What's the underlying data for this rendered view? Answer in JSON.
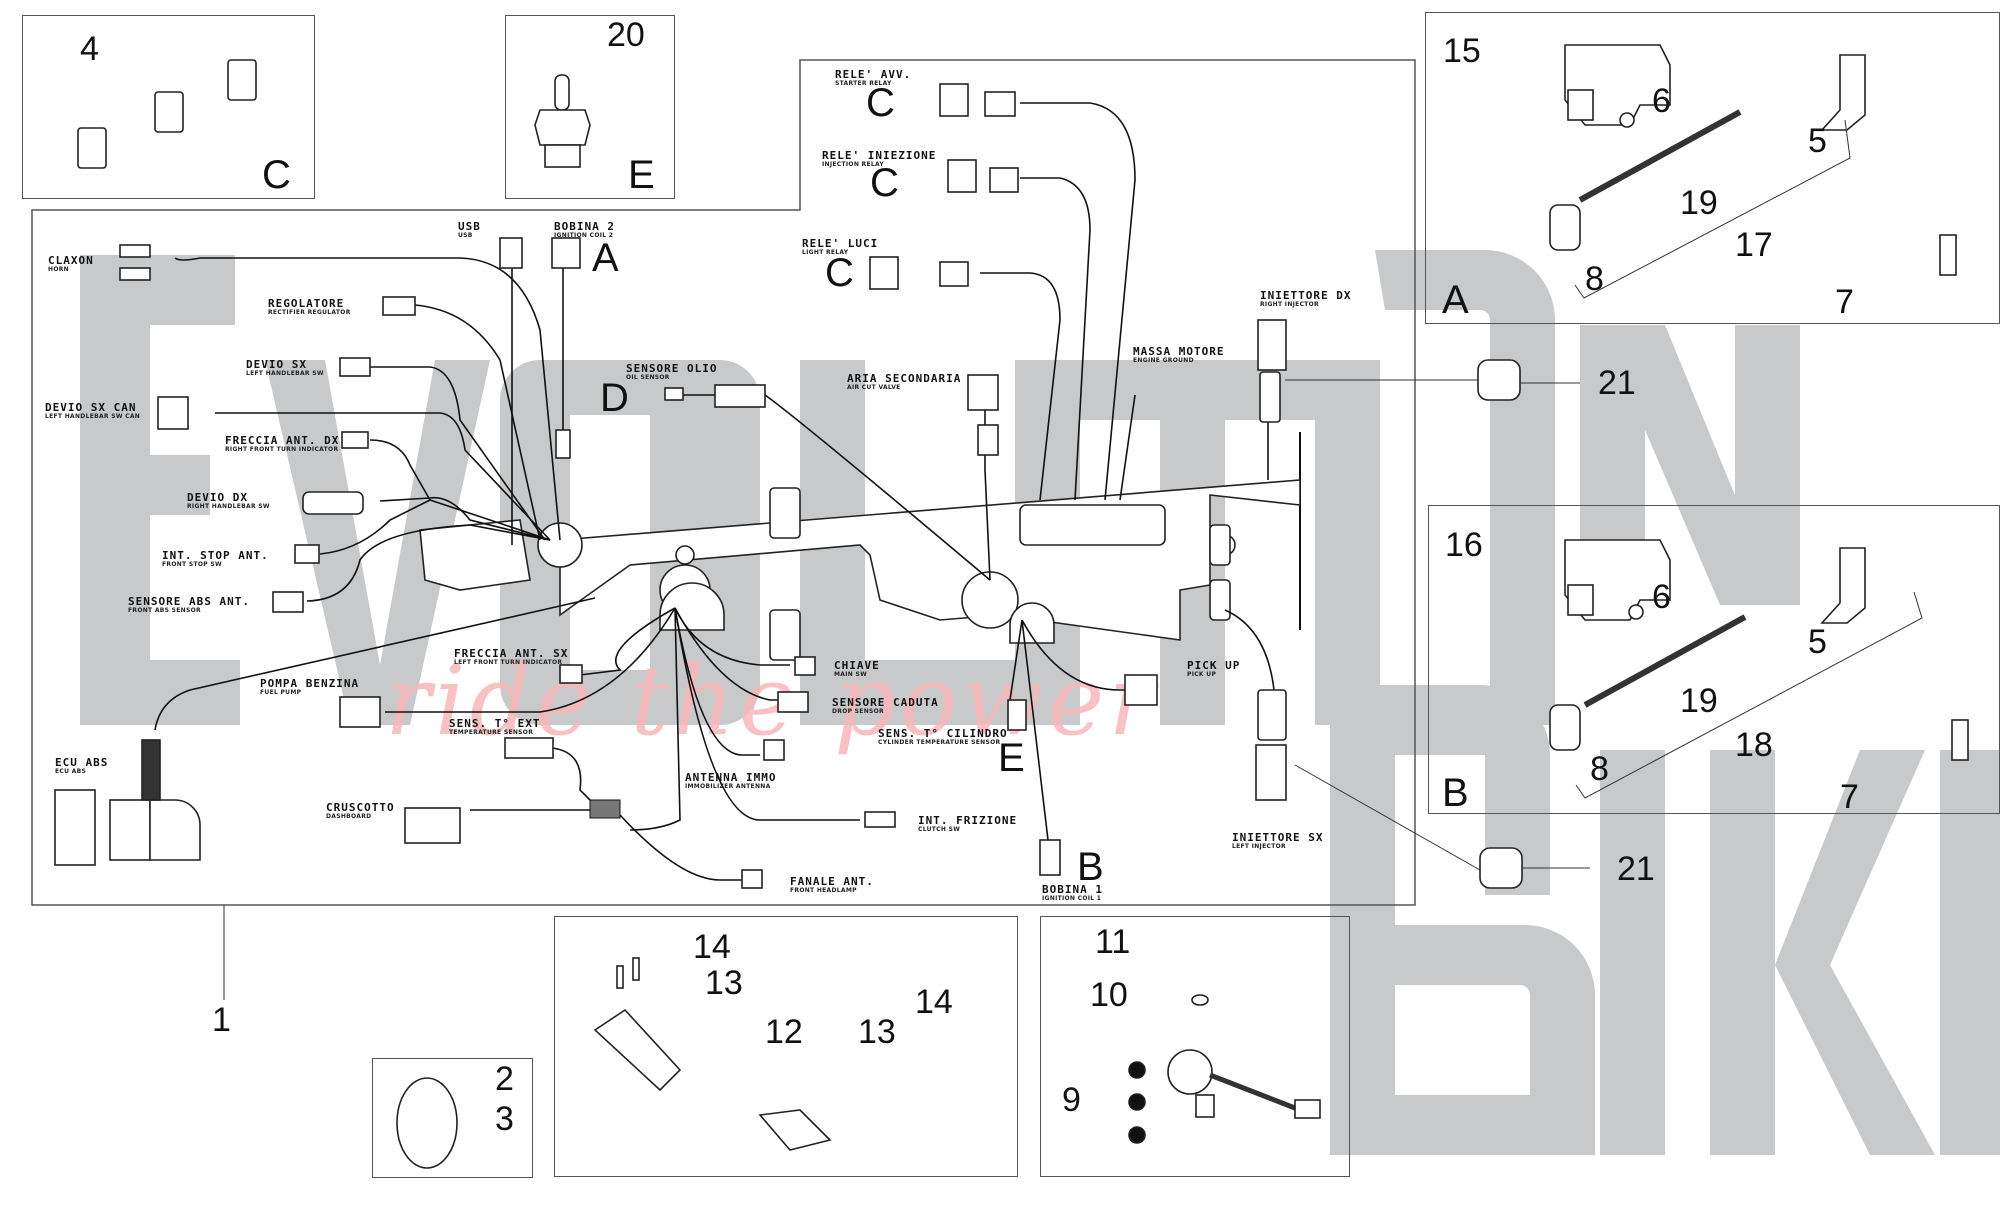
{
  "watermark": {
    "brand_row1": "EVOLUTION",
    "brand_row2": "BIKE",
    "tagline": "ride the power",
    "color_gray": "#c8c9ca",
    "color_pink": "#f7b8bb"
  },
  "detail_boxes": {
    "relays_box": {
      "number": "4",
      "letter": "C"
    },
    "sensor_box": {
      "number": "20",
      "letter": "E"
    },
    "clamp_box": {
      "numbers": [
        "2",
        "3"
      ]
    },
    "bracket_box": {
      "callouts": [
        "14",
        "13",
        "12",
        "13",
        "14"
      ]
    },
    "tilt_box": {
      "callouts": [
        "11",
        "10",
        "9"
      ]
    },
    "coil_a_box": {
      "letter": "A",
      "callouts": [
        "15",
        "6",
        "5",
        "19",
        "17",
        "8",
        "7"
      ]
    },
    "coil_b_box": {
      "letter": "B",
      "callouts": [
        "16",
        "6",
        "5",
        "19",
        "18",
        "8",
        "7"
      ]
    },
    "cap_callouts": [
      "21",
      "21"
    ],
    "harness_callout": "1"
  },
  "harness": {
    "connectors": [
      {
        "id": "claxon",
        "label": "CLAXON",
        "sub": "HORN"
      },
      {
        "id": "regolatore",
        "label": "REGOLATORE",
        "sub": "RECTIFIER REGULATOR"
      },
      {
        "id": "devio-sx",
        "label": "DEVIO SX",
        "sub": "LEFT HANDLEBAR SW"
      },
      {
        "id": "devio-sx-can",
        "label": "DEVIO SX CAN",
        "sub": "LEFT HANDLEBAR SW CAN"
      },
      {
        "id": "freccia-ant-dx",
        "label": "FRECCIA ANT. DX",
        "sub": "RIGHT FRONT TURN INDICATOR"
      },
      {
        "id": "devio-dx",
        "label": "DEVIO DX",
        "sub": "RIGHT HANDLEBAR SW"
      },
      {
        "id": "int-stop-ant",
        "label": "INT. STOP ANT.",
        "sub": "FRONT STOP SW"
      },
      {
        "id": "sensore-abs-ant",
        "label": "SENSORE ABS ANT.",
        "sub": "FRONT ABS SENSOR"
      },
      {
        "id": "pompa-benzina",
        "label": "POMPA BENZINA",
        "sub": "FUEL PUMP"
      },
      {
        "id": "ecu-abs",
        "label": "ECU ABS",
        "sub": "ECU ABS"
      },
      {
        "id": "freccia-ant-sx",
        "label": "FRECCIA ANT. SX",
        "sub": "LEFT FRONT TURN INDICATOR"
      },
      {
        "id": "sens-t-ext",
        "label": "SENS. T° EXT",
        "sub": "TEMPERATURE SENSOR"
      },
      {
        "id": "cruscotto",
        "label": "CRUSCOTTO",
        "sub": "DASHBOARD"
      },
      {
        "id": "fanale-ant",
        "label": "FANALE ANT.",
        "sub": "FRONT HEADLAMP"
      },
      {
        "id": "chiave",
        "label": "CHIAVE",
        "sub": "MAIN SW"
      },
      {
        "id": "sensore-caduta",
        "label": "SENSORE CADUTA",
        "sub": "DROP SENSOR"
      },
      {
        "id": "antenna-immo",
        "label": "ANTENNA IMMO",
        "sub": "IMMOBILIZER ANTENNA"
      },
      {
        "id": "int-frizione",
        "label": "INT. FRIZIONE",
        "sub": "CLUTCH SW"
      },
      {
        "id": "sens-t-cilindro",
        "label": "SENS. T° CILINDRO",
        "sub": "CYLINDER TEMPERATURE SENSOR"
      },
      {
        "id": "bobina-1",
        "label": "BOBINA 1",
        "sub": "IGNITION COIL 1"
      },
      {
        "id": "usb",
        "label": "USB",
        "sub": "USB"
      },
      {
        "id": "bobina-2",
        "label": "BOBINA 2",
        "sub": "IGNITION COIL 2"
      },
      {
        "id": "sensore-olio",
        "label": "SENSORE OLIO",
        "sub": "OIL SENSOR"
      },
      {
        "id": "aria-secondaria",
        "label": "ARIA SECONDARIA",
        "sub": "AIR CUT VALVE"
      },
      {
        "id": "massa-motore",
        "label": "MASSA MOTORE",
        "sub": "ENGINE GROUND"
      },
      {
        "id": "iniettore-dx",
        "label": "INIETTORE DX",
        "sub": "RIGHT INJECTOR"
      },
      {
        "id": "iniettore-sx",
        "label": "INIETTORE SX",
        "sub": "LEFT INJECTOR"
      },
      {
        "id": "pick-up",
        "label": "PICK UP",
        "sub": "PICK UP"
      },
      {
        "id": "rele-avv",
        "label": "RELE' AVV.",
        "sub": "STARTER RELAY"
      },
      {
        "id": "rele-iniezione",
        "label": "RELE' INIEZIONE",
        "sub": "INJECTION RELAY"
      },
      {
        "id": "rele-luci",
        "label": "RELE' LUCI",
        "sub": "LIGHT RELAY"
      }
    ],
    "ref_letters": {
      "bobina2": "A",
      "bobina1": "B",
      "rele_avv": "C",
      "rele_iniezione": "C",
      "rele_luci": "C",
      "sensore_olio": "D",
      "sens_cilindro": "E"
    }
  }
}
